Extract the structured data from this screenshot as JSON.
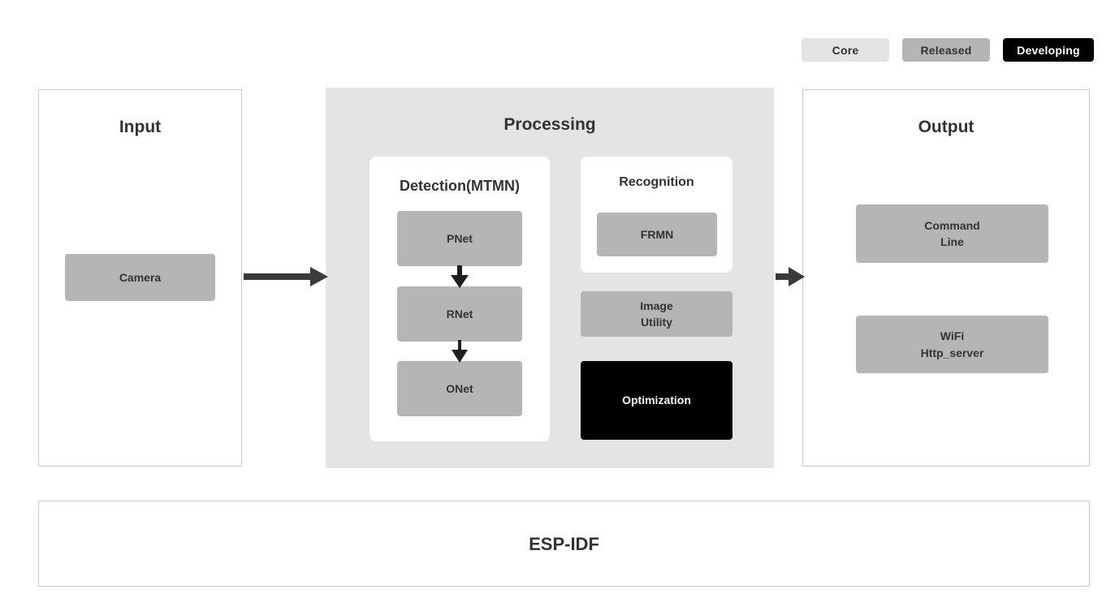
{
  "legend": {
    "items": [
      {
        "label": "Core",
        "color": "#e4e4e4"
      },
      {
        "label": "Released",
        "color": "#b5b5b5"
      },
      {
        "label": "Developing",
        "color": "#000000"
      }
    ]
  },
  "input": {
    "title": "Input",
    "nodes": [
      {
        "label": "Camera",
        "status": "Released"
      }
    ]
  },
  "processing": {
    "title": "Processing",
    "detection": {
      "title": "Detection(MTMN)",
      "nodes": [
        {
          "label": "PNet",
          "status": "Released"
        },
        {
          "label": "RNet",
          "status": "Released"
        },
        {
          "label": "ONet",
          "status": "Released"
        }
      ]
    },
    "recognition": {
      "title": "Recognition",
      "nodes": [
        {
          "label": "FRMN",
          "status": "Released"
        }
      ]
    },
    "extras": [
      {
        "label": "Image\nUtility",
        "status": "Released"
      },
      {
        "label": "Optimization",
        "status": "Developing"
      }
    ]
  },
  "output": {
    "title": "Output",
    "nodes": [
      {
        "label": "Command\nLine",
        "status": "Released"
      },
      {
        "label": "WiFi\nHttp_server",
        "status": "Released"
      }
    ]
  },
  "foundation": {
    "label": "ESP-IDF"
  },
  "arrows": [
    {
      "name": "input-to-processing",
      "direction": "right"
    },
    {
      "name": "processing-to-output",
      "direction": "right"
    },
    {
      "name": "pnet-to-rnet",
      "direction": "down"
    },
    {
      "name": "rnet-to-onet",
      "direction": "down"
    }
  ],
  "colors": {
    "core": "#e4e4e4",
    "released": "#b5b5b5",
    "developing": "#000000",
    "panel_border": "#c9c9c9",
    "text": "#333333",
    "arrow": "#3a3a3a"
  }
}
